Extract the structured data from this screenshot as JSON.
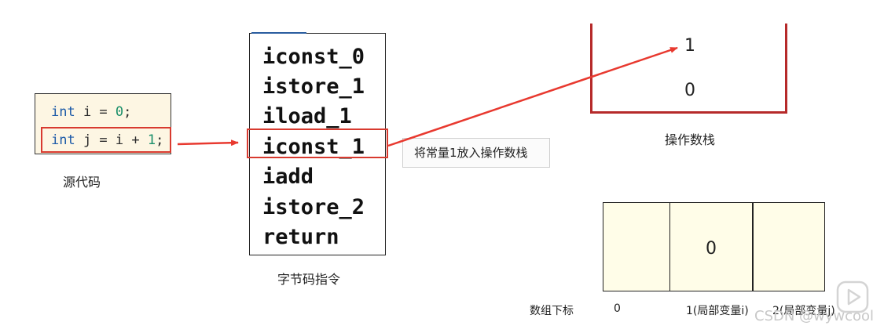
{
  "source": {
    "caption": "源代码",
    "line1": {
      "kw": "int",
      "mid": " i = ",
      "num": "0",
      "end": ";"
    },
    "line2": {
      "kw": "int",
      "mid": " j = i + ",
      "num": "1",
      "end": ";"
    }
  },
  "bytecode": {
    "caption": "字节码指令",
    "instructions": [
      "iconst_0",
      "istore_1",
      "iload_1",
      "iconst_1",
      "iadd",
      "istore_2",
      "return"
    ],
    "highlighted_index": 3
  },
  "tooltip": "将常量1放入操作数栈",
  "operand_stack": {
    "caption": "操作数栈",
    "values": [
      "1",
      "0"
    ]
  },
  "local_vars": {
    "row_label": "数组下标",
    "cells": [
      "",
      "0",
      ""
    ],
    "indices": [
      "0",
      "1(局部变量i)",
      "2(局部变量j)"
    ]
  },
  "colors": {
    "highlight": "#d83a2f",
    "stack_border": "#b62a2a",
    "cell_fill": "#fffde8",
    "code_bg": "#fdf6e3"
  },
  "watermark": "CSDN @wywcool",
  "icons": [
    "play-icon"
  ]
}
